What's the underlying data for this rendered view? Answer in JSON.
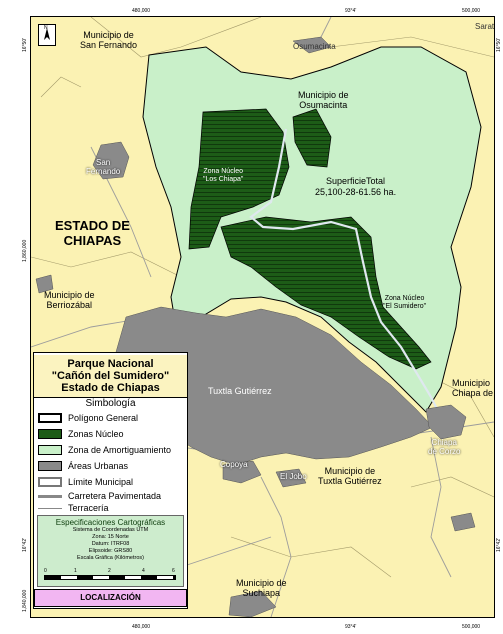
{
  "coords": {
    "top": [
      "480,000",
      "93°4'",
      "500,000"
    ],
    "bottom": [
      "480,000",
      "93°4'",
      "500,000"
    ],
    "left": [
      "16°50'",
      "1,860,000",
      "16°42'",
      "1,840,000"
    ],
    "right": [
      "16°50'",
      "16°42'"
    ]
  },
  "north_label": "N",
  "places": {
    "mun_san_fernando": [
      "Municipio de",
      "San Fernando"
    ],
    "osumacinta_town": "Osumacinta",
    "sarat": "Sarat",
    "mun_osumacinta": [
      "Municipio de",
      "Osumacinta"
    ],
    "san_fernando_town": [
      "San",
      "Fernando"
    ],
    "zona_chiapa": [
      "Zona Núcleo",
      "\"Los Chiapa\""
    ],
    "superficie": [
      "SuperficieTotal",
      "25,100-28-61.56 ha."
    ],
    "estado": [
      "ESTADO DE",
      "CHIAPAS"
    ],
    "mun_berriozabal": [
      "Municipio de",
      "Berriozábal"
    ],
    "zona_sumidero": [
      "Zona Núcleo",
      "\"El Sumidero\""
    ],
    "tuxtla": "Tuxtla Gutiérrez",
    "mun_chiapa": [
      "Municipio",
      "Chiapa de"
    ],
    "chiapa_corzo": [
      "Chiapa",
      "de Corzo"
    ],
    "copoya": "Copoya",
    "el_jobo": "El Jobo",
    "mun_tuxtla": [
      "Municipio de",
      "Tuxtla Gutiérrez"
    ],
    "mun_suchiapa": [
      "Municipio de",
      "Suchiapa"
    ]
  },
  "legend": {
    "title": [
      "Parque Nacional",
      "\"Cañón del Sumidero\"",
      "Estado de Chiapas"
    ],
    "simbologia": "Simbología",
    "items": [
      {
        "label": "Polígono General",
        "fill": "#ffffff",
        "border": "#000000"
      },
      {
        "label": "Zonas Núcleo",
        "fill": "#1d5c17",
        "border": "#000000"
      },
      {
        "label": "Zona de Amortiguamiento",
        "fill": "#c9f0c9",
        "border": "#000000"
      },
      {
        "label": "Áreas Urbanas",
        "fill": "#8a8a8a",
        "border": "#000000"
      },
      {
        "label": "Límite Municipal",
        "fill": "#ffffff",
        "border": "#777777"
      },
      {
        "label": "Carretera Pavimentada",
        "fill": "none",
        "border": "#888888"
      },
      {
        "label": "Terracería",
        "fill": "none",
        "border": "#888888"
      }
    ],
    "spec_title": "Especificaciones Cartográficas",
    "spec_lines": [
      "Sistema de Coordenadas UTM",
      "Zona: 15 Norte",
      "Datum: ITRF08",
      "Elipsoide: GRS80",
      "Escala Gráfica (Kilómetros)"
    ],
    "scale_ticks": [
      "0",
      "1",
      "2",
      "4",
      "6"
    ],
    "localizacion": "LOCALIZACIÓN"
  },
  "colors": {
    "background": "#fbf2b3",
    "buffer": "#c9f0c9",
    "core": "#1d5c17",
    "urban": "#8a8a8a",
    "river": "#dfe8ef"
  }
}
